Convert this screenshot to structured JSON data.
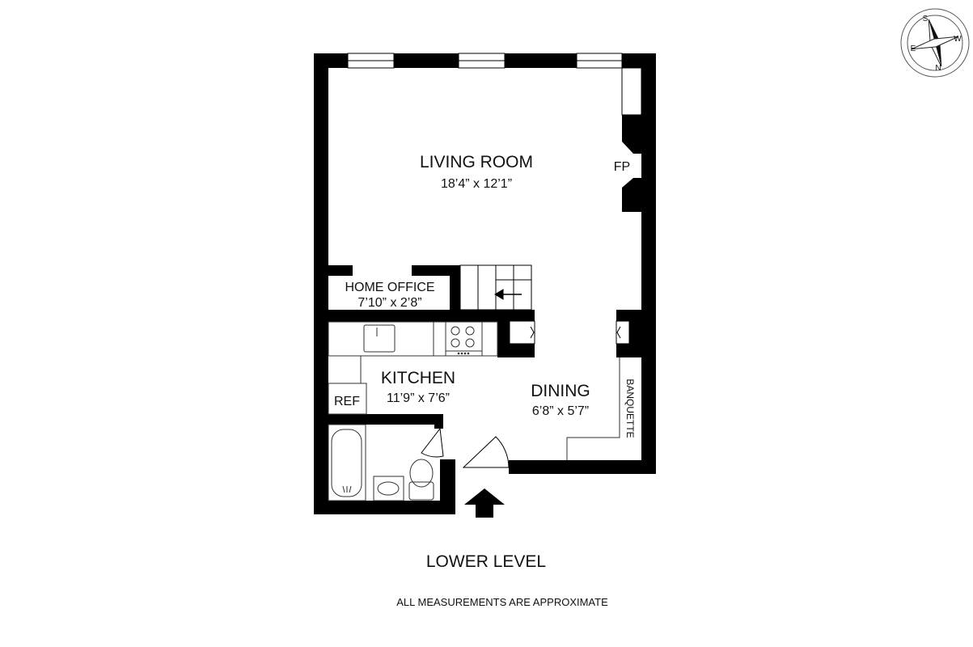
{
  "plan": {
    "level_title": "LOWER LEVEL",
    "note": "ALL MEASUREMENTS ARE APPROXIMATE",
    "rooms": {
      "living_room": {
        "name": "LIVING ROOM",
        "dimensions": "18’4” x 12’1”"
      },
      "home_office": {
        "name": "HOME OFFICE",
        "dimensions": "7’10” x 2’8”"
      },
      "kitchen": {
        "name": "KITCHEN",
        "dimensions": "11’9” x 7’6”"
      },
      "dining": {
        "name": "DINING",
        "dimensions": "6’8” x 5’7”"
      }
    },
    "labels": {
      "fireplace": "FP",
      "refrigerator": "REF",
      "banquette": "BANQUETTE"
    },
    "compass": {
      "north": "N",
      "south": "S",
      "east": "E",
      "west": "W"
    }
  },
  "colors": {
    "wall": "#000000",
    "background": "#ffffff",
    "fixture_line": "#333333"
  }
}
